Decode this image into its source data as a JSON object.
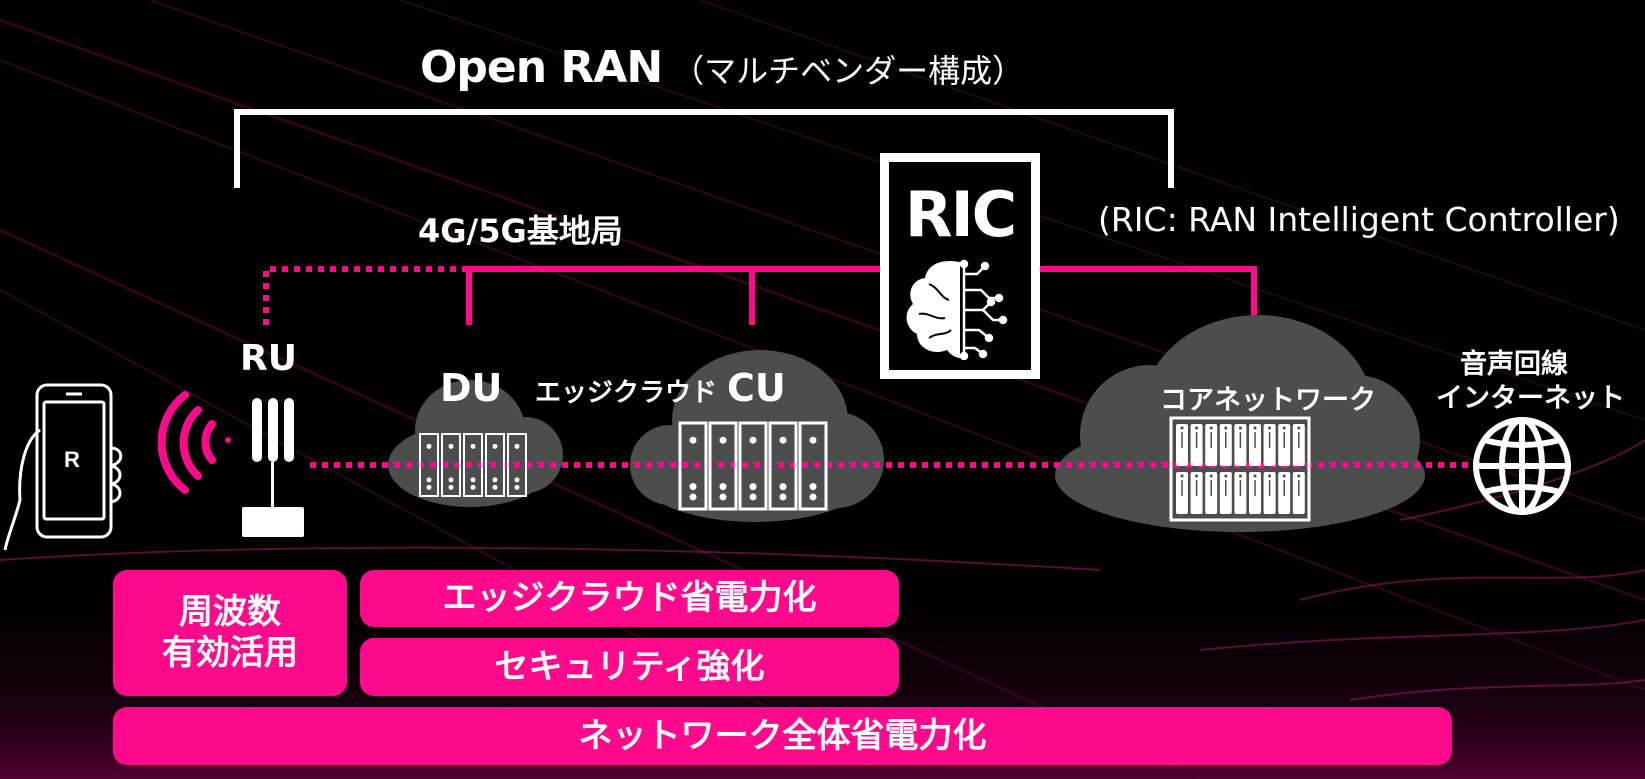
{
  "colors": {
    "accent": "#ff0a8c",
    "cloud": "#4d4d4d",
    "background": "#000000",
    "foreground": "#ffffff"
  },
  "header": {
    "title": "Open RAN",
    "subtitle": "（マルチベンダー構成）"
  },
  "diagram": {
    "base_station_label": "4G/5G基地局",
    "ric": {
      "label": "RIC",
      "definition": "(RIC: RAN Intelligent Controller)",
      "icon": "brain-circuit-icon"
    },
    "nodes": [
      {
        "id": "device",
        "label": "",
        "icon": "smartphone-in-hand-icon",
        "logo": "R"
      },
      {
        "id": "ru",
        "label": "RU",
        "icon": "antenna-icon"
      },
      {
        "id": "du",
        "label": "DU",
        "icon": "server-rack-icon"
      },
      {
        "id": "edge",
        "label": "エッジクラウド",
        "icon": "cloud-icon"
      },
      {
        "id": "cu",
        "label": "CU",
        "icon": "server-rack-icon"
      },
      {
        "id": "core",
        "label": "コアネットワーク",
        "icon": "server-array-icon"
      },
      {
        "id": "internet",
        "label_line1": "音声回線",
        "label_line2": "インターネット",
        "icon": "globe-icon"
      }
    ]
  },
  "benefits": [
    {
      "id": "spectrum",
      "line1": "周波数",
      "line2": "有効活用"
    },
    {
      "id": "edge-power",
      "label": "エッジクラウド省電力化"
    },
    {
      "id": "security",
      "label": "セキュリティ強化"
    },
    {
      "id": "network-power",
      "label": "ネットワーク全体省電力化"
    }
  ]
}
